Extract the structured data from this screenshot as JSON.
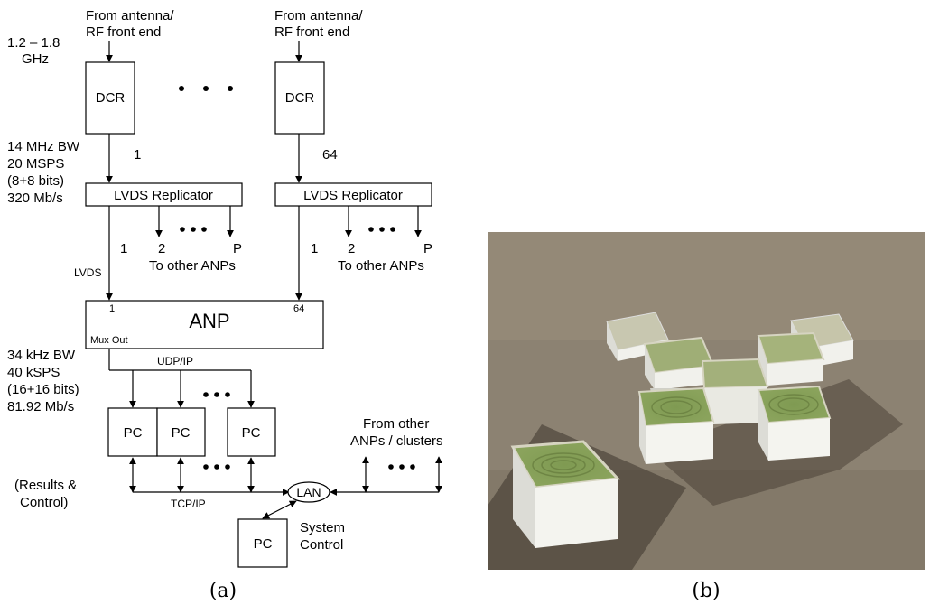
{
  "panel_a": {
    "label": "(a)",
    "inputs": {
      "line1": "From antenna/",
      "line2": "RF front end"
    },
    "freq": {
      "line1": "1.2 – 1.8",
      "line2": "GHz"
    },
    "dcr_label": "DCR",
    "dcr_index_first": "1",
    "dcr_index_last": "64",
    "dcr_output_specs": [
      "14 MHz BW",
      "20 MSPS",
      "(8+8 bits)",
      "320 Mb/s"
    ],
    "replicator_label": "LVDS Replicator",
    "replicator_outputs": {
      "first": "1",
      "second": "2",
      "last": "P"
    },
    "to_other_anps": "To other ANPs",
    "lvds_label": "LVDS",
    "anp": {
      "label": "ANP",
      "input_first": "1",
      "input_last": "64",
      "mux_out": "Mux Out"
    },
    "anp_output_specs": [
      "34 kHz BW",
      "40 kSPS",
      "(16+16 bits)",
      "81.92 Mb/s"
    ],
    "udp_label": "UDP/IP",
    "pc_label": "PC",
    "results_control": {
      "line1": "(Results &",
      "line2": "Control)"
    },
    "tcp_label": "TCP/IP",
    "lan_label": "LAN",
    "from_other": {
      "line1": "From other",
      "line2": "ANPs / clusters"
    },
    "system_control": {
      "line1": "System",
      "line2": "Control"
    }
  },
  "panel_b": {
    "label": "(b)"
  }
}
